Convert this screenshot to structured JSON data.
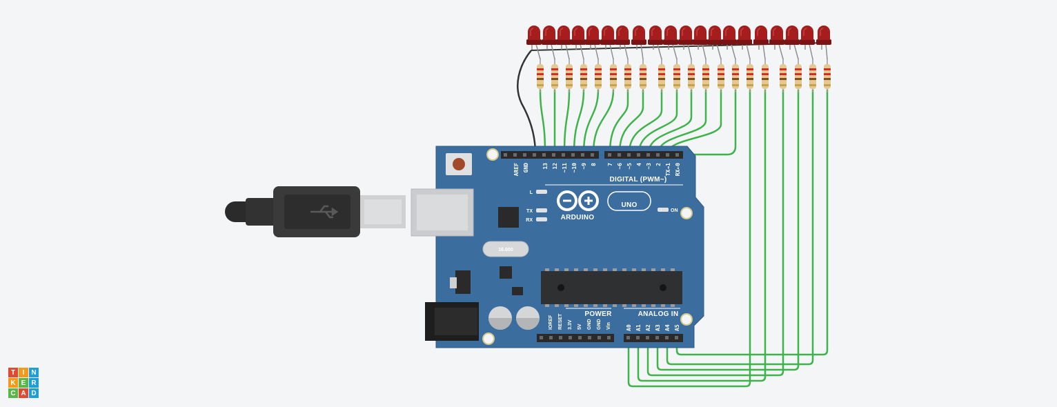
{
  "board": {
    "brand": "ARDUINO",
    "model": "UNO",
    "digital_header": "DIGITAL (PWM~)",
    "power_header": "POWER",
    "analog_header": "ANALOG IN",
    "on_label": "ON",
    "led_l": "L",
    "led_tx": "TX",
    "led_rx": "RX",
    "top_pins_left": [
      "AREF",
      "GND",
      "13",
      "12",
      "~11",
      "~10",
      "~9",
      "8"
    ],
    "top_pins_right": [
      "7",
      "~6",
      "~5",
      "4",
      "~3",
      "2",
      "TX→1",
      "RX←0"
    ],
    "power_pins": [
      "IOREF",
      "RESET",
      "3.3V",
      "5V",
      "GND",
      "GND",
      "Vin"
    ],
    "analog_pins": [
      "A0",
      "A1",
      "A2",
      "A3",
      "A4",
      "A5"
    ],
    "crystal_text": "16.000"
  },
  "circuit": {
    "led_count": 20,
    "led_color": "#a51d1d",
    "wire_signal_color": "#3db34a",
    "wire_ground_color": "#333333"
  },
  "logo": {
    "letters": [
      "T",
      "I",
      "N",
      "K",
      "E",
      "R",
      "C",
      "A",
      "D"
    ],
    "colors": [
      "#e14a32",
      "#f39a1c",
      "#1d9ed9",
      "#f39a1c",
      "#58b747",
      "#1d9ed9",
      "#58b747",
      "#e14a32",
      "#1d9ed9"
    ]
  }
}
